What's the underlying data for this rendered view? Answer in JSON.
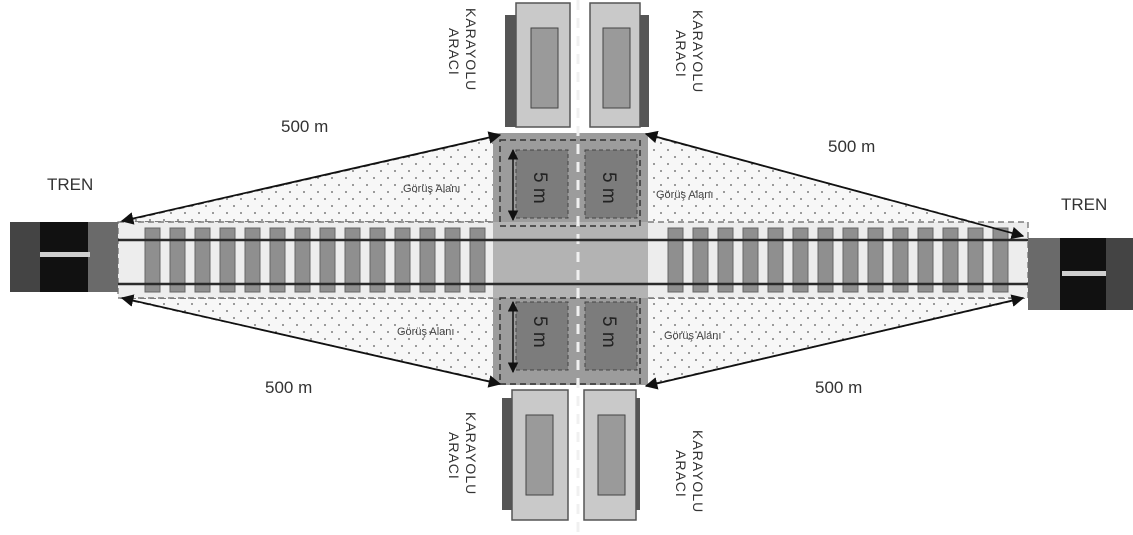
{
  "diagram": {
    "train_label": "TREN",
    "road_vehicle_label_line1": "KARAYOLU",
    "road_vehicle_label_line2": "ARACI",
    "distance_label": "500 m",
    "sight_area_label": "Görüş Alanı",
    "road_distance_label": "5 m",
    "colors": {
      "road": "#a8a8a8",
      "sleeper": "#8f8f8f",
      "rail": "#2a2a2a",
      "train_body": "#1c1c1c",
      "vehicle_body": "#c9c9c9",
      "sight_fill": "#f4f4f4"
    }
  }
}
